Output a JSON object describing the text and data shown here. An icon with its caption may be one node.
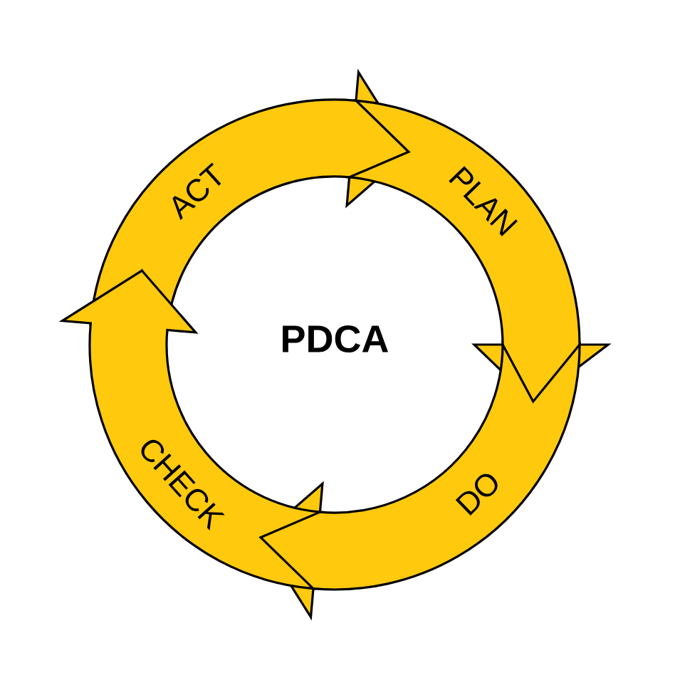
{
  "diagram": {
    "nodes": [
      {
        "text": [
          "ACT"
        ]
      },
      {
        "text": [
          "PLAN"
        ]
      },
      {
        "text": [
          "DO"
        ]
      },
      {
        "text": [
          "CHECK"
        ]
      }
    ],
    "labels": [
      "PDCA"
    ]
  }
}
